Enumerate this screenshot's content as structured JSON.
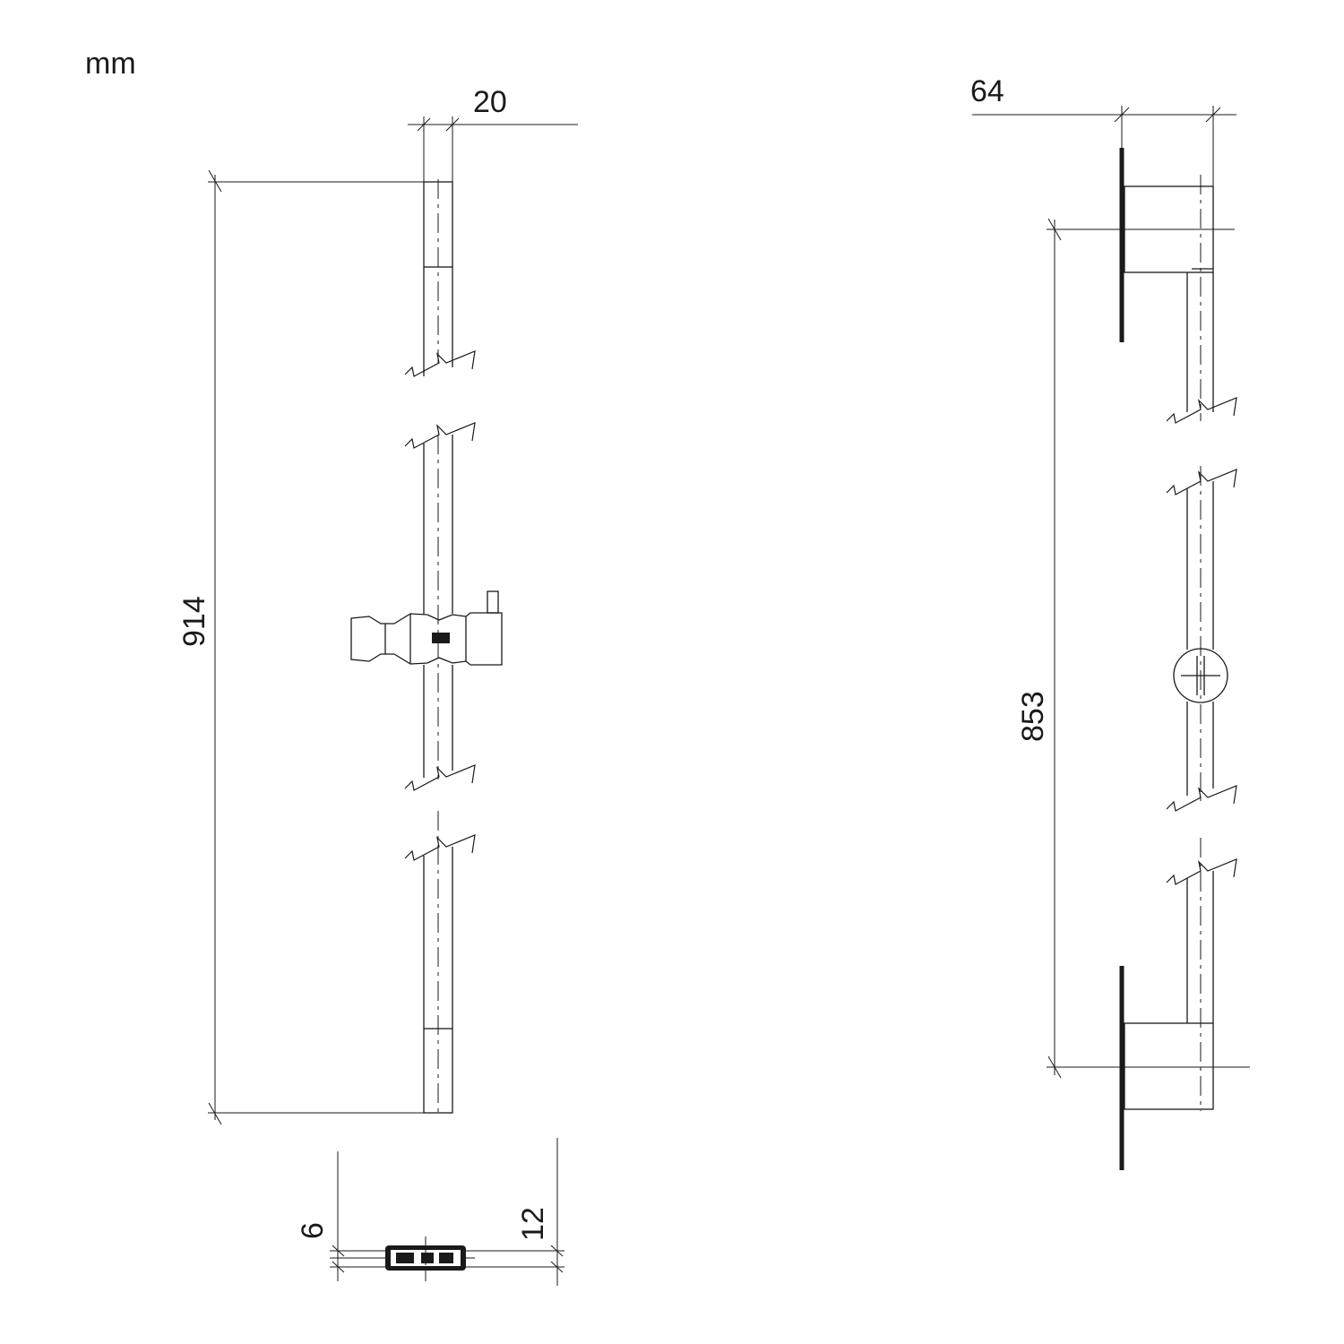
{
  "unit_label": "mm",
  "dimensions": {
    "bar_diameter": "20",
    "bar_length": "914",
    "projection": "64",
    "hole_spacing": "853",
    "slider_width": "6",
    "slider_height": "12"
  },
  "colors": {
    "line": "#1a1a1a",
    "background": "#ffffff"
  }
}
